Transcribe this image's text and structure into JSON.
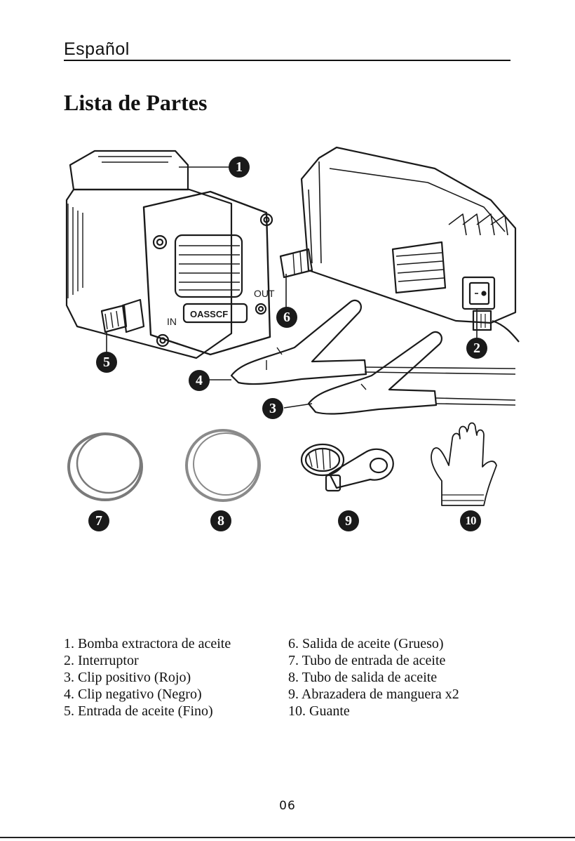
{
  "header": {
    "language": "Español"
  },
  "section": {
    "title": "Lista de Partes"
  },
  "illustration": {
    "logo_text": "OASSCF",
    "port_in_label": "IN",
    "port_out_label": "OUT",
    "markers": [
      "1",
      "2",
      "3",
      "4",
      "5",
      "6",
      "7",
      "8",
      "9",
      "10"
    ]
  },
  "parts_list": {
    "left": [
      "1. Bomba extractora de aceite",
      "2. Interruptor",
      "3. Clip positivo (Rojo)",
      "4. Clip negativo (Negro)",
      "5. Entrada de aceite (Fino)"
    ],
    "right": [
      "6. Salida de aceite (Grueso)",
      "7. Tubo de entrada de aceite",
      "8. Tubo de salida de aceite",
      "9. Abrazadera de manguera x2",
      "10. Guante"
    ]
  },
  "footer": {
    "page_number": "06"
  }
}
